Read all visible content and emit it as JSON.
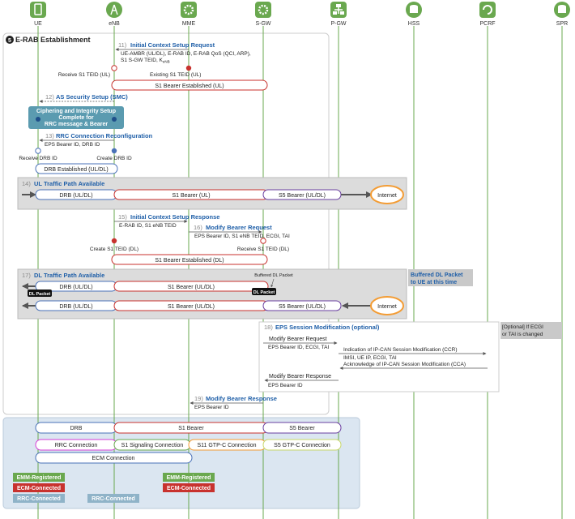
{
  "entities": [
    {
      "label": "UE",
      "icon": "phone-icon"
    },
    {
      "label": "eNB",
      "icon": "antenna-icon"
    },
    {
      "label": "MME",
      "icon": "gear-icon"
    },
    {
      "label": "S-GW",
      "icon": "gear-icon"
    },
    {
      "label": "P-GW",
      "icon": "network-icon"
    },
    {
      "label": "HSS",
      "icon": "database-icon"
    },
    {
      "label": "PCRF",
      "icon": "recycle-icon"
    },
    {
      "label": "SPR",
      "icon": "database-icon"
    }
  ],
  "section": {
    "num": "5",
    "title": "E-RAB Establishment"
  },
  "steps": {
    "s11": {
      "num": "11)",
      "title": "Initial Context Setup Request",
      "p1": "UE-AMBR (UL/DL), E-RAB ID, E-RAB QoS (QCI, ARP),",
      "p2": "S1 S-GW TEID, K",
      "p2sub": "eNB"
    },
    "s12": {
      "num": "12)",
      "title": "AS Security Setup (SMC)",
      "box1": "Ciphering and Integrity Setup",
      "box2": "Complete for",
      "box3": "RRC message & Bearer"
    },
    "s13": {
      "num": "13)",
      "title": "RRC Connection Reconfiguration",
      "p1": "EPS Bearer ID, DRB ID"
    },
    "s14": {
      "num": "14)",
      "title": "UL Traffic Path Available"
    },
    "s15": {
      "num": "15)",
      "title": "Initial Context Setup Response",
      "p1": "E-RAB ID, S1 eNB TEID"
    },
    "s16": {
      "num": "16)",
      "title": "Modify Bearer Request",
      "p1": "EPS Bearer ID, S1 eNB TEID, ECGI, TAI"
    },
    "s17": {
      "num": "17)",
      "title": "DL Traffic Path Available"
    },
    "s18": {
      "num": "18)",
      "title": "EPS Session Modification (optional)",
      "req": "Modify Bearer Request",
      "req_p": "EPS Bearer ID, ECGI, TAI",
      "ccr": "Indication of IP-CAN Session Modification (CCR)",
      "ccr_p": "IMSI, UE IP, ECGI, TAI",
      "cca": "Acknowledge of IP-CAN Session Modification (CCA)",
      "resp": "Modify Bearer Response",
      "resp_p": "EPS Bearer ID"
    },
    "s19": {
      "num": "19)",
      "title": "Modify Bearer Response",
      "p1": "EPS Bearer ID"
    }
  },
  "labels": {
    "recv_s1_ul": "Receive S1 TEID (UL)",
    "exist_s1_ul": "Existing S1 TEID (UL)",
    "s1_est_ul": "S1 Bearer Established (UL)",
    "recv_drb": "Receive DRB ID",
    "create_drb": "Create DRB ID",
    "drb_est": "DRB Established (UL/DL)",
    "create_s1_dl": "Create S1 TEID (DL)",
    "recv_s1_dl": "Receive S1 TEID (DL)",
    "s1_est_dl": "S1 Bearer Established (DL)",
    "buffered_dl": "Buffered DL Packet",
    "dl_packet": "DL Packet",
    "buffered_note1": "Buffered DL Packet",
    "buffered_note2": "to UE at this time",
    "optional_note1": "[Optional] If ECGI",
    "optional_note2": "or TAI is changed",
    "drb_uldl": "DRB (UL/DL)",
    "s1_ul": "S1 Bearer (UL)",
    "s5_uldl": "S5 Bearer (UL/DL)",
    "s1_uldl": "S1 Bearer (UL/DL)",
    "internet": "Internet"
  },
  "summary": {
    "drb": "DRB",
    "s1": "S1 Bearer",
    "s5": "S5 Bearer",
    "rrc": "RRC Connection",
    "s1sig": "S1 Signaling Connection",
    "s11": "S11 GTP-C Connection",
    "s5gtp": "S5 GTP-C Connection",
    "ecm": "ECM Connection",
    "emm_reg": "EMM-Registered",
    "ecm_conn": "ECM-Connected",
    "rrc_conn": "RRC-Connected"
  },
  "colors": {
    "accent": "#1f5fa8",
    "red": "#c8322e",
    "blue": "#4a72b8",
    "purple": "#6a3fa0",
    "orange": "#f39c34",
    "green": "#6aa84f",
    "magenta": "#d63fd6",
    "lifeline": "#6aa84f",
    "teal": "#5b9bb0"
  }
}
